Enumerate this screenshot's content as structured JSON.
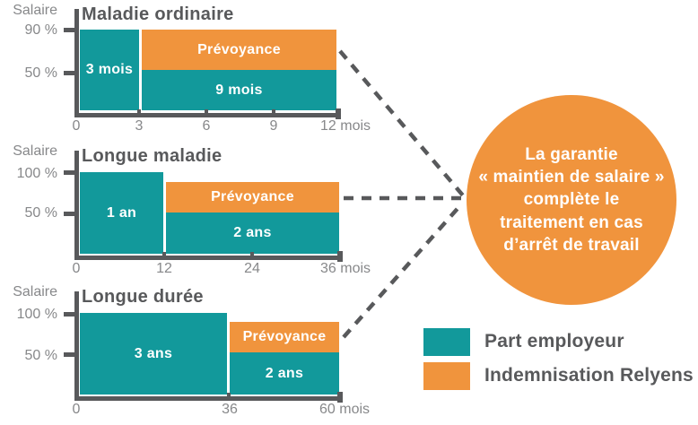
{
  "colors": {
    "teal": "#12999B",
    "orange": "#F0943D",
    "axis_gray": "#58595B",
    "label_gray": "#87888A"
  },
  "charts": [
    {
      "title": "Maladie ordinaire",
      "y_axis_label": "Salaire",
      "y_ticks": [
        "90 %",
        "50 %"
      ],
      "x_ticks": [
        "0",
        "3",
        "6",
        "9",
        "12 mois"
      ],
      "bars": {
        "employer_full": "3 mois",
        "prevoyance": "Prévoyance",
        "employer_reduced": "9 mois"
      }
    },
    {
      "title": "Longue maladie",
      "y_axis_label": "Salaire",
      "y_ticks": [
        "100 %",
        "50 %"
      ],
      "x_ticks": [
        "0",
        "12",
        "24",
        "36 mois"
      ],
      "bars": {
        "employer_full": "1 an",
        "prevoyance": "Prévoyance",
        "employer_reduced": "2 ans"
      }
    },
    {
      "title": "Longue durée",
      "y_axis_label": "Salaire",
      "y_ticks": [
        "100 %",
        "50 %"
      ],
      "x_ticks": [
        "0",
        "36",
        "60 mois"
      ],
      "bars": {
        "employer_full": "3 ans",
        "prevoyance": "Prévoyance",
        "employer_reduced": "2 ans"
      }
    }
  ],
  "callout": {
    "lines": [
      "La garantie",
      "« maintien de salaire »",
      "complète le",
      "traitement en cas",
      "d’arrêt de travail"
    ]
  },
  "legend": {
    "items": [
      {
        "label": "Part employeur",
        "color": "#12999B"
      },
      {
        "label": "Indemnisation Relyens",
        "color": "#F0943D"
      }
    ]
  },
  "chart_data": [
    {
      "type": "bar",
      "title": "Maladie ordinaire",
      "ylabel": "Salaire",
      "x_unit": "mois",
      "x_ticks": [
        0,
        3,
        6,
        9,
        12
      ],
      "y_tick_labels": [
        "90 %",
        "50 %"
      ],
      "segments": [
        {
          "series": "Part employeur",
          "label": "3 mois",
          "x_start": 0,
          "x_end": 3,
          "y_low_pct": 0,
          "y_high_pct": 90
        },
        {
          "series": "Part employeur",
          "label": "9 mois",
          "x_start": 3,
          "x_end": 12,
          "y_low_pct": 0,
          "y_high_pct": 50
        },
        {
          "series": "Indemnisation Relyens",
          "label": "Prévoyance",
          "x_start": 3,
          "x_end": 12,
          "y_low_pct": 50,
          "y_high_pct": 90
        }
      ]
    },
    {
      "type": "bar",
      "title": "Longue maladie",
      "ylabel": "Salaire",
      "x_unit": "mois",
      "x_ticks": [
        0,
        12,
        24,
        36
      ],
      "y_tick_labels": [
        "100 %",
        "50 %"
      ],
      "segments": [
        {
          "series": "Part employeur",
          "label": "1 an",
          "x_start": 0,
          "x_end": 12,
          "y_low_pct": 0,
          "y_high_pct": 100
        },
        {
          "series": "Part employeur",
          "label": "2 ans",
          "x_start": 12,
          "x_end": 36,
          "y_low_pct": 0,
          "y_high_pct": 50
        },
        {
          "series": "Indemnisation Relyens",
          "label": "Prévoyance",
          "x_start": 12,
          "x_end": 36,
          "y_low_pct": 50,
          "y_high_pct": 90
        }
      ]
    },
    {
      "type": "bar",
      "title": "Longue durée",
      "ylabel": "Salaire",
      "x_unit": "mois",
      "x_ticks": [
        0,
        36,
        60
      ],
      "y_tick_labels": [
        "100 %",
        "50 %"
      ],
      "segments": [
        {
          "series": "Part employeur",
          "label": "3 ans",
          "x_start": 0,
          "x_end": 36,
          "y_low_pct": 0,
          "y_high_pct": 100
        },
        {
          "series": "Part employeur",
          "label": "2 ans",
          "x_start": 36,
          "x_end": 60,
          "y_low_pct": 0,
          "y_high_pct": 50
        },
        {
          "series": "Indemnisation Relyens",
          "label": "Prévoyance",
          "x_start": 36,
          "x_end": 60,
          "y_low_pct": 50,
          "y_high_pct": 90
        }
      ]
    }
  ]
}
